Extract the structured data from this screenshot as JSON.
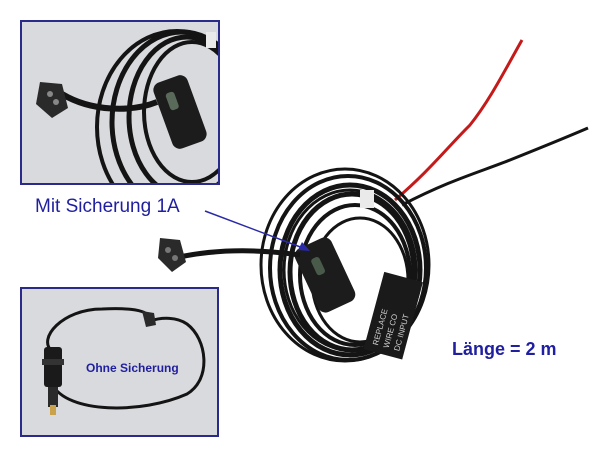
{
  "labels": {
    "with_fuse": "Mit Sicherung 1A",
    "without_fuse": "Ohne Sicherung",
    "length": "Länge = 2 m"
  },
  "cable_print": [
    "REPLACE",
    "WIRE CO",
    "DC INPUT"
  ],
  "colors": {
    "label_text": "#1f1fa0",
    "inset_border": "#2a2a8a",
    "inset_background": "#d9dadd",
    "cable": "#141414",
    "red_wire": "#c41a1a",
    "plug_tip": "#c9a24b"
  }
}
